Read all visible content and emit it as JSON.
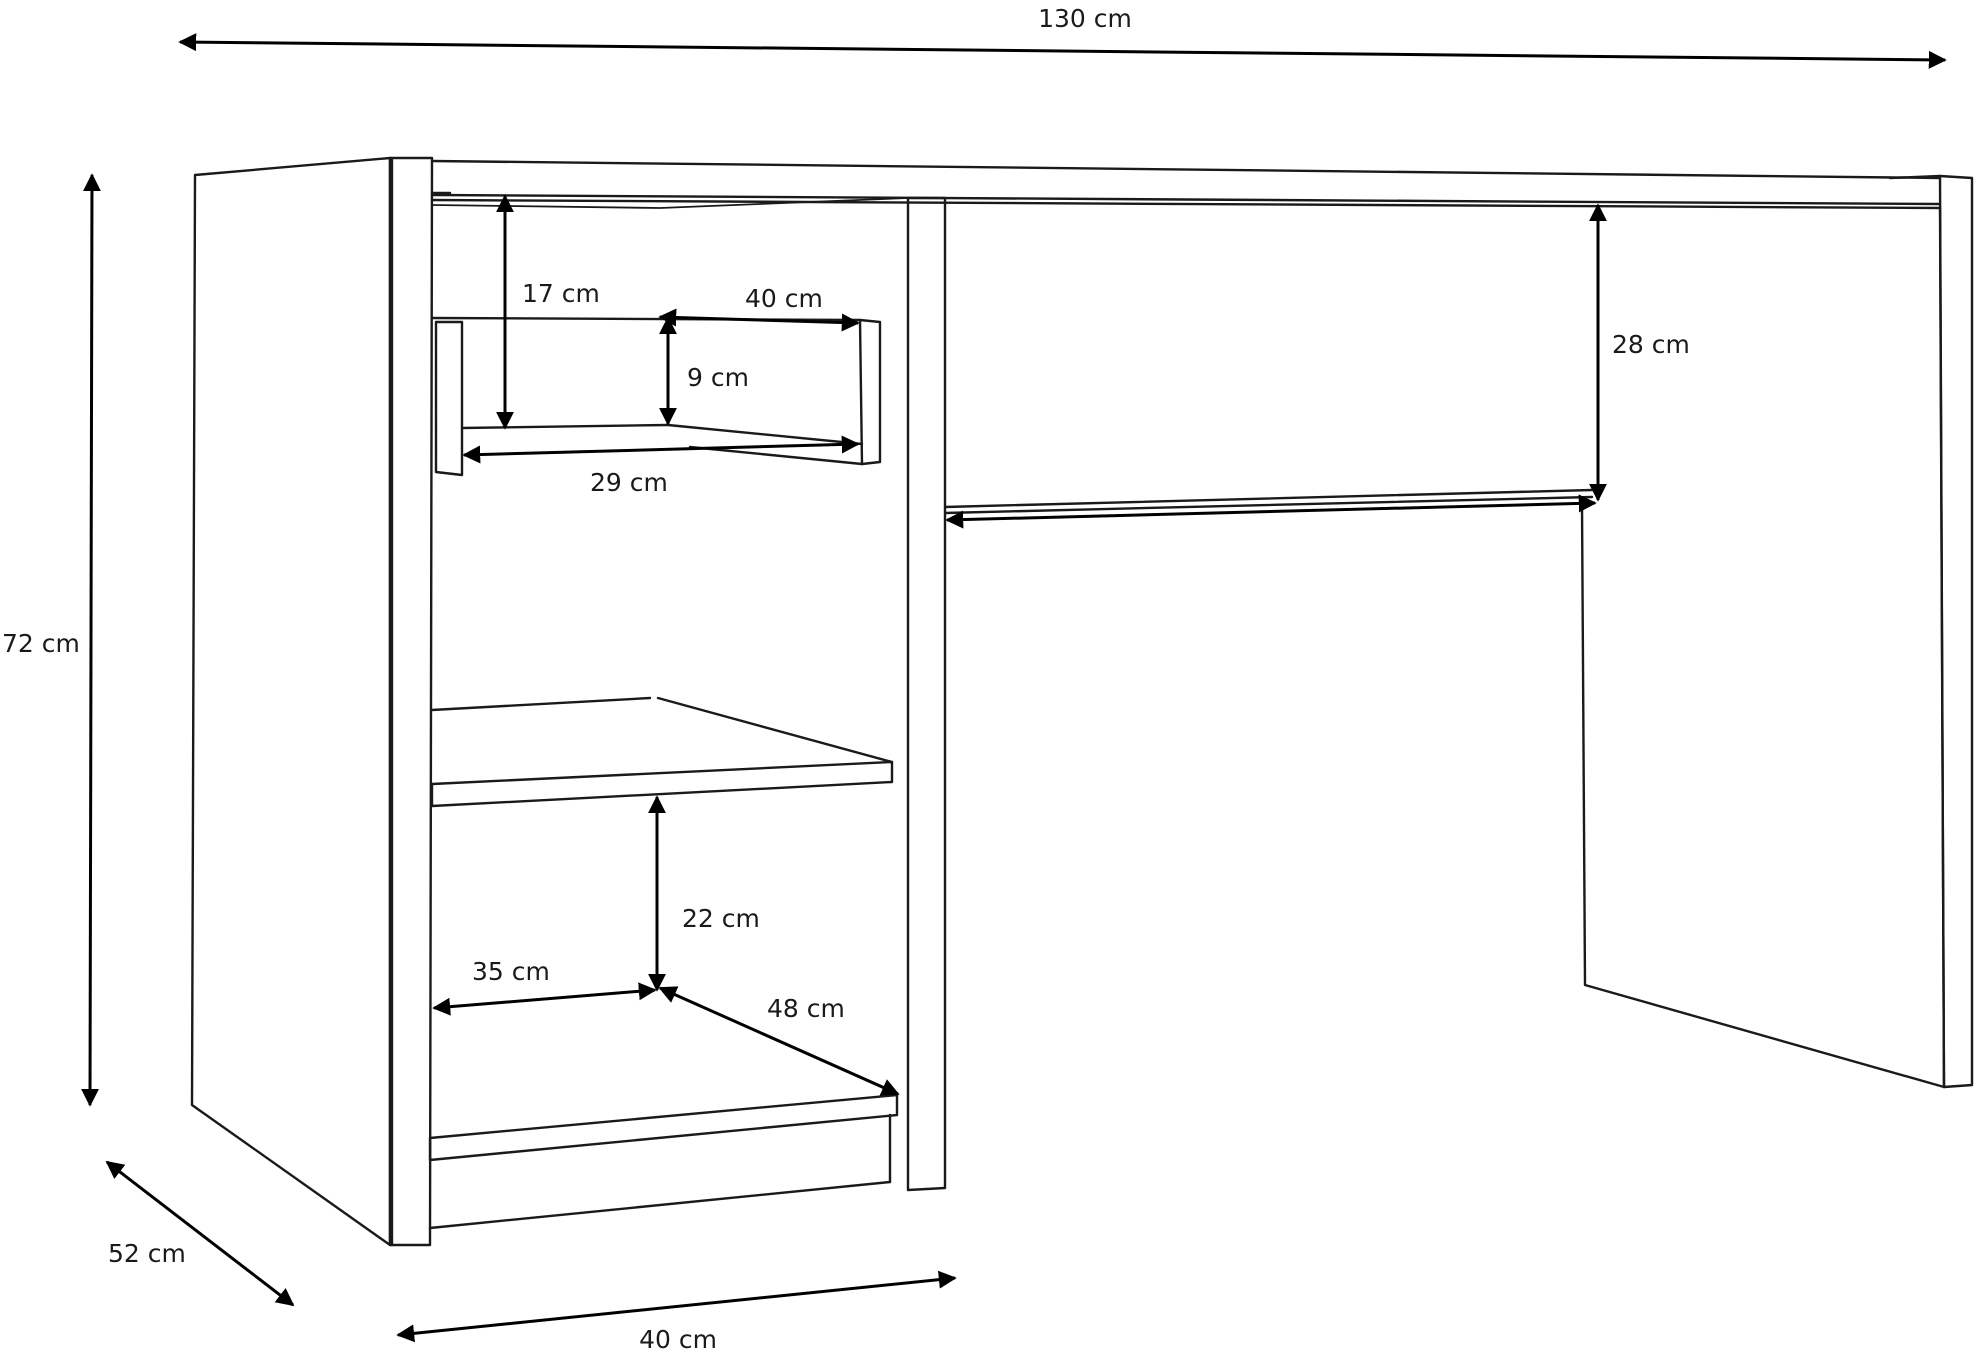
{
  "line_color": "#1a1a1a",
  "dimensions": {
    "overall_width": "130 cm",
    "overall_height": "72 cm",
    "overall_depth": "52 cm",
    "cabinet_width": "40 cm",
    "drawer_height": "17 cm",
    "drawer_width": "40 cm",
    "drawer_inner_height": "9 cm",
    "drawer_depth": "29 cm",
    "knee_clearance": "28 cm",
    "shelf_clearance": "22 cm",
    "shelf_width": "35 cm",
    "shelf_depth": "48 cm"
  }
}
